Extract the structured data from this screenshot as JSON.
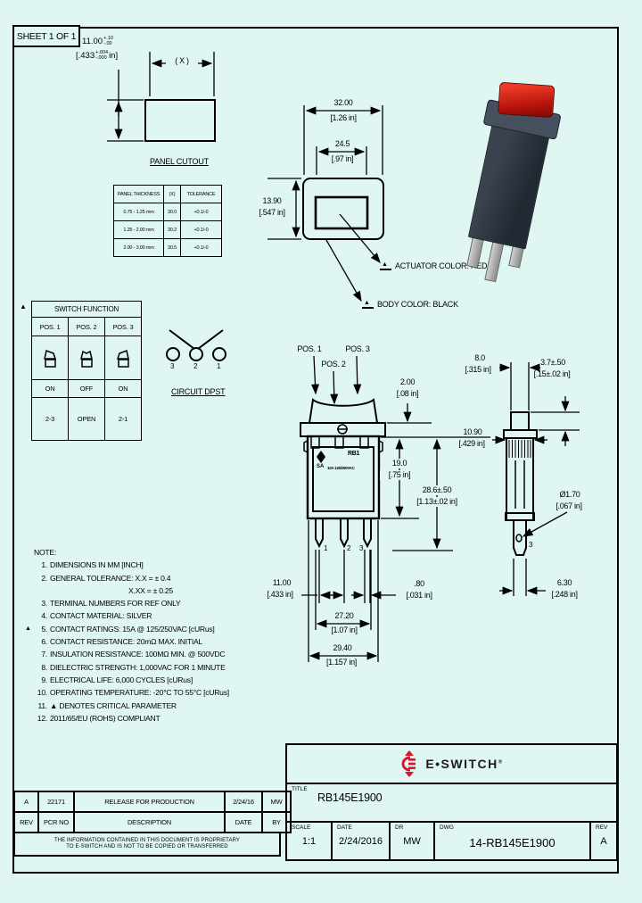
{
  "page": {
    "sheet_label": "SHEET 1 OF 1"
  },
  "panel_cutout": {
    "title": "PANEL CUTOUT",
    "height_mm": "11.00",
    "height_tol_plus": "+.10",
    "height_tol_minus": "-.00",
    "height_in_open": "[.433",
    "height_in_tol_plus": "+.004",
    "height_in_tol_minus": "-.000",
    "height_in_close": "in]",
    "width_ref": "( X )",
    "table": {
      "col_thickness": "PANEL THICKNESS",
      "col_x": "(X)",
      "col_tolerance": "TOLERANCE",
      "rows": [
        {
          "thickness": "0.75 - 1.25 mm",
          "x": "30.0",
          "tol": "+0.1/-0"
        },
        {
          "thickness": "1.25 - 2.00 mm",
          "x": "30.2",
          "tol": "+0.1/-0"
        },
        {
          "thickness": "2.00 - 3.00 mm",
          "x": "30.5",
          "tol": "+0.1/-0"
        }
      ]
    }
  },
  "switch_function": {
    "critical_marker": "▲",
    "title": "SWITCH FUNCTION",
    "positions": [
      {
        "label": "POS. 1",
        "state": "ON",
        "circuit": "2-3"
      },
      {
        "label": "POS. 2",
        "state": "OFF",
        "circuit": "OPEN"
      },
      {
        "label": "POS. 3",
        "state": "ON",
        "circuit": "2-1"
      }
    ]
  },
  "circuit": {
    "label": "CIRCUIT DPST",
    "terminals": [
      "3",
      "2",
      "1"
    ]
  },
  "top_view": {
    "dim_width_mm": "32.00",
    "dim_width_in": "[1.26 in]",
    "dim_actuator_mm": "24.5",
    "dim_actuator_in": "[.97 in]",
    "dim_height_mm": "13.90",
    "dim_height_in": "[.547 in]",
    "actuator_color_label": "ACTUATOR COLOR: RED",
    "body_color_label": "BODY COLOR: BLACK"
  },
  "front_view": {
    "pos1": "POS. 1",
    "pos2": "POS. 2",
    "pos3": "POS. 3",
    "marking_model": "RB1",
    "marking_cert": "SA",
    "marking_rating": "10A 125/250VAC",
    "terminal1": "1",
    "terminal2": "2",
    "terminal3": "3",
    "dim_rocker_mm": "2.00",
    "dim_rocker_in": "[.08 in]",
    "dim_body_mm": "19.0",
    "dim_body_in": "[.75 in]",
    "dim_overall_mm": "28.6±.50",
    "dim_overall_in": "[1.13±.02 in]",
    "dim_pitch_mm": "11.00",
    "dim_pitch_in": "[.433 in]",
    "dim_term_mm": ".80",
    "dim_term_in": "[.031 in]",
    "dim_span_mm": "27.20",
    "dim_span_in": "[1.07 in]",
    "dim_width_mm": "29.40",
    "dim_width_in": "[1.157 in]"
  },
  "side_view": {
    "dim_actuator_mm": "8.0",
    "dim_actuator_in": "[.315 in]",
    "dim_stub_mm": "3.7±.50",
    "dim_stub_in": "[.15±.02 in]",
    "dim_body_mm": "10.90",
    "dim_body_in": "[.429 in]",
    "dim_hole_mm": "Ø1.70",
    "dim_hole_in": "[.067 in]",
    "dim_term_mm": "6.30",
    "dim_term_in": "[.248 in]",
    "terminal3": "3"
  },
  "notes": {
    "heading": "NOTE:",
    "items": [
      {
        "num": "1.",
        "text": "DIMENSIONS IN MM [INCH]"
      },
      {
        "num": "2.",
        "text": "GENERAL TOLERANCE:  X.X = ± 0.4"
      },
      {
        "num": "",
        "text": "X.XX = ± 0.25"
      },
      {
        "num": "3.",
        "text": "TERMINAL NUMBERS FOR REF ONLY"
      },
      {
        "num": "4.",
        "text": "CONTACT MATERIAL: SILVER"
      },
      {
        "num": "5.",
        "text": "CONTACT RATINGS: 15A @ 125/250VAC [cURus]",
        "critical": "▲"
      },
      {
        "num": "6.",
        "text": "CONTACT RESISTANCE: 20mΩ MAX. INITIAL"
      },
      {
        "num": "7.",
        "text": "INSULATION RESISTANCE: 100MΩ MIN. @ 500VDC"
      },
      {
        "num": "8.",
        "text": "DIELECTRIC STRENGTH: 1,000VAC FOR 1 MINUTE"
      },
      {
        "num": "9.",
        "text": "ELECTRICAL LIFE: 6,000 CYCLES [cURus]"
      },
      {
        "num": "10.",
        "text": "OPERATING TEMPERATURE: -20°C TO 55°C [cURus]"
      },
      {
        "num": "11.",
        "text": "▲ DENOTES CRITICAL PARAMETER"
      },
      {
        "num": "12.",
        "text": "2011/65/EU (ROHS) COMPLIANT"
      }
    ]
  },
  "revision_table": {
    "headers": {
      "rev": "REV",
      "pcr": "PCR NO",
      "description": "DESCRIPTION",
      "date": "DATE",
      "by": "BY"
    },
    "rows": [
      {
        "rev": "A",
        "pcr": "22171",
        "description": "RELEASE FOR PRODUCTION",
        "date": "2/24/16",
        "by": "MW"
      }
    ],
    "proprietary_line1": "THE INFORMATION CONTAINED IN THIS DOCUMENT IS PROPRIETARY",
    "proprietary_line2": "TO E-SWITCH AND IS NOT TO BE COPIED OR TRANSFERRED"
  },
  "title_block": {
    "brand": "E•SWITCH",
    "brand_reg": "®",
    "title_label": "TITLE",
    "title_value": "RB145E1900",
    "scale_label": "SCALE",
    "scale_value": "1:1",
    "date_label": "DATE",
    "date_value": "2/24/2016",
    "dr_label": "DR",
    "dr_value": "MW",
    "dwg_label": "DWG",
    "dwg_value": "14-RB145E1900",
    "rev_label": "REV",
    "rev_value": "A"
  },
  "colors": {
    "accent_red": "#d6172c",
    "line": "#000000",
    "background": "#e0f6f2"
  }
}
